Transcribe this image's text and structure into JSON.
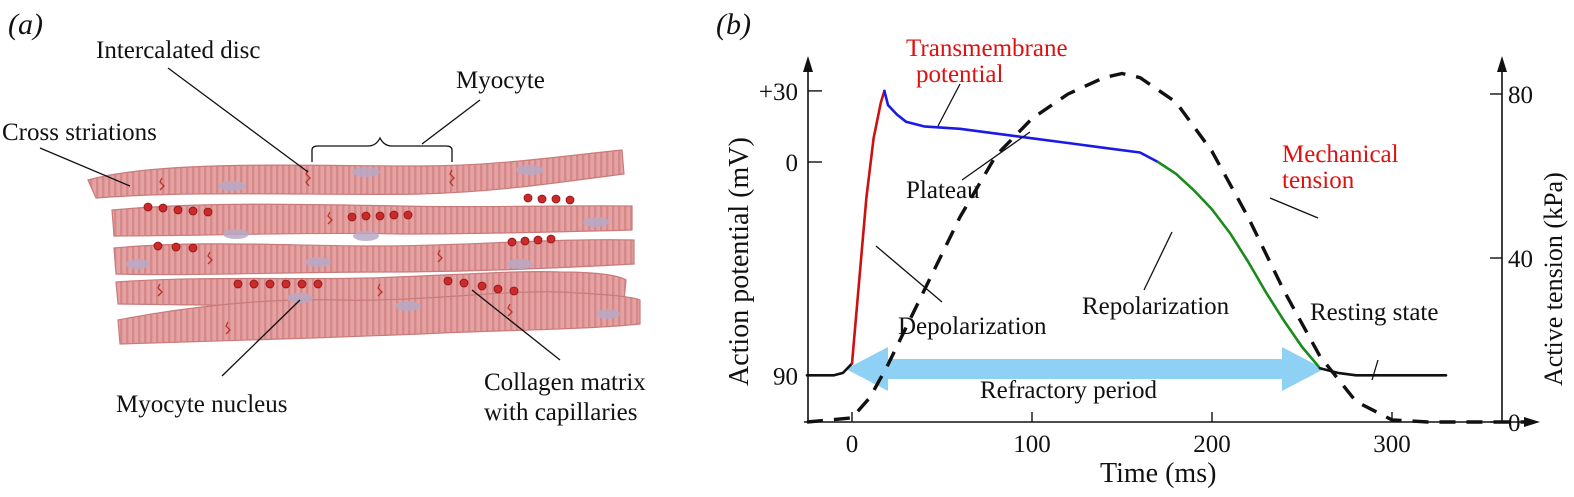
{
  "panel_a": {
    "label": "(a)",
    "labels": {
      "intercalated_disc": "Intercalated disc",
      "myocyte": "Myocyte",
      "cross_striations": "Cross striations",
      "myocyte_nucleus": "Myocyte nucleus",
      "collagen_line1": "Collagen matrix",
      "collagen_line2": "with capillaries"
    },
    "colors": {
      "fiber": "#e6a2a2",
      "fiber_edge": "#c97a7a",
      "striation": "#d48888",
      "nucleus": "#b9a9c6",
      "capillary": "#cc2a2a",
      "disc": "#c0302a"
    }
  },
  "panel_b": {
    "label": "(b)",
    "title_line1": "Transmembrane",
    "title_line2": "potential",
    "tension_line1": "Mechanical",
    "tension_line2": "tension",
    "plateau": "Plateau",
    "depolarization": "Depolarization",
    "repolarization": "Repolarization",
    "resting_state": "Resting state",
    "refractory": "Refractory period",
    "colors": {
      "depolarization": "#cc1111",
      "plateau": "#1a1ae6",
      "repolarization": "#1a8a1a",
      "tension": "#111111",
      "refractory_arrow": "#8fd0f5",
      "label_red": "#e01010"
    }
  },
  "chart_data": {
    "type": "line",
    "xlabel": "Time (ms)",
    "ylabel_left": "Action potential (mV)",
    "ylabel_right": "Active tension (kPa)",
    "x_ticks": [
      "0",
      "100",
      "200",
      "300"
    ],
    "x_tick_values": [
      0,
      100,
      200,
      300
    ],
    "y_left_ticks": [
      "+30",
      "0",
      "90"
    ],
    "y_left_tick_values": [
      30,
      0,
      -90
    ],
    "y_right_ticks": [
      "80",
      "40",
      "0"
    ],
    "y_right_tick_values": [
      80,
      40,
      0
    ],
    "xlim": [
      -25,
      375
    ],
    "ylim_left": [
      -110,
      40
    ],
    "ylim_right": [
      0,
      90
    ],
    "grid": false,
    "series": [
      {
        "name": "Transmembrane potential",
        "axis": "left",
        "segments": [
          {
            "phase": "rest",
            "color": "black",
            "x": [
              -25,
              -10,
              -5,
              0
            ],
            "y": [
              -90,
              -90,
              -89,
              -85
            ]
          },
          {
            "phase": "depolarization",
            "color": "red",
            "x": [
              0,
              4,
              8,
              12,
              16,
              18
            ],
            "y": [
              -85,
              -50,
              -15,
              10,
              25,
              30
            ]
          },
          {
            "phase": "plateau",
            "color": "blue",
            "x": [
              18,
              20,
              25,
              30,
              40,
              60,
              80,
              100,
              120,
              140,
              160,
              170
            ],
            "y": [
              30,
              24,
              20,
              17,
              15,
              14,
              12,
              10,
              8,
              6,
              4,
              0
            ]
          },
          {
            "phase": "repolarization",
            "color": "green",
            "x": [
              170,
              180,
              190,
              200,
              210,
              220,
              230,
              240,
              250,
              260
            ],
            "y": [
              0,
              -5,
              -12,
              -20,
              -30,
              -42,
              -55,
              -67,
              -78,
              -87
            ]
          },
          {
            "phase": "rest",
            "color": "black",
            "x": [
              260,
              270,
              280,
              300,
              330
            ],
            "y": [
              -87,
              -89,
              -90,
              -90,
              -90
            ]
          }
        ]
      },
      {
        "name": "Mechanical tension",
        "axis": "right",
        "style": "dashed",
        "x": [
          -25,
          0,
          10,
          20,
          40,
          60,
          80,
          100,
          120,
          140,
          150,
          160,
          180,
          200,
          220,
          240,
          260,
          280,
          300,
          320,
          375
        ],
        "y": [
          0,
          1,
          6,
          14,
          32,
          50,
          65,
          74,
          80,
          84,
          85,
          84,
          78,
          66,
          50,
          32,
          16,
          5,
          0.5,
          0,
          0
        ]
      }
    ],
    "annotations": {
      "refractory_period_ms": [
        0,
        260
      ]
    }
  }
}
